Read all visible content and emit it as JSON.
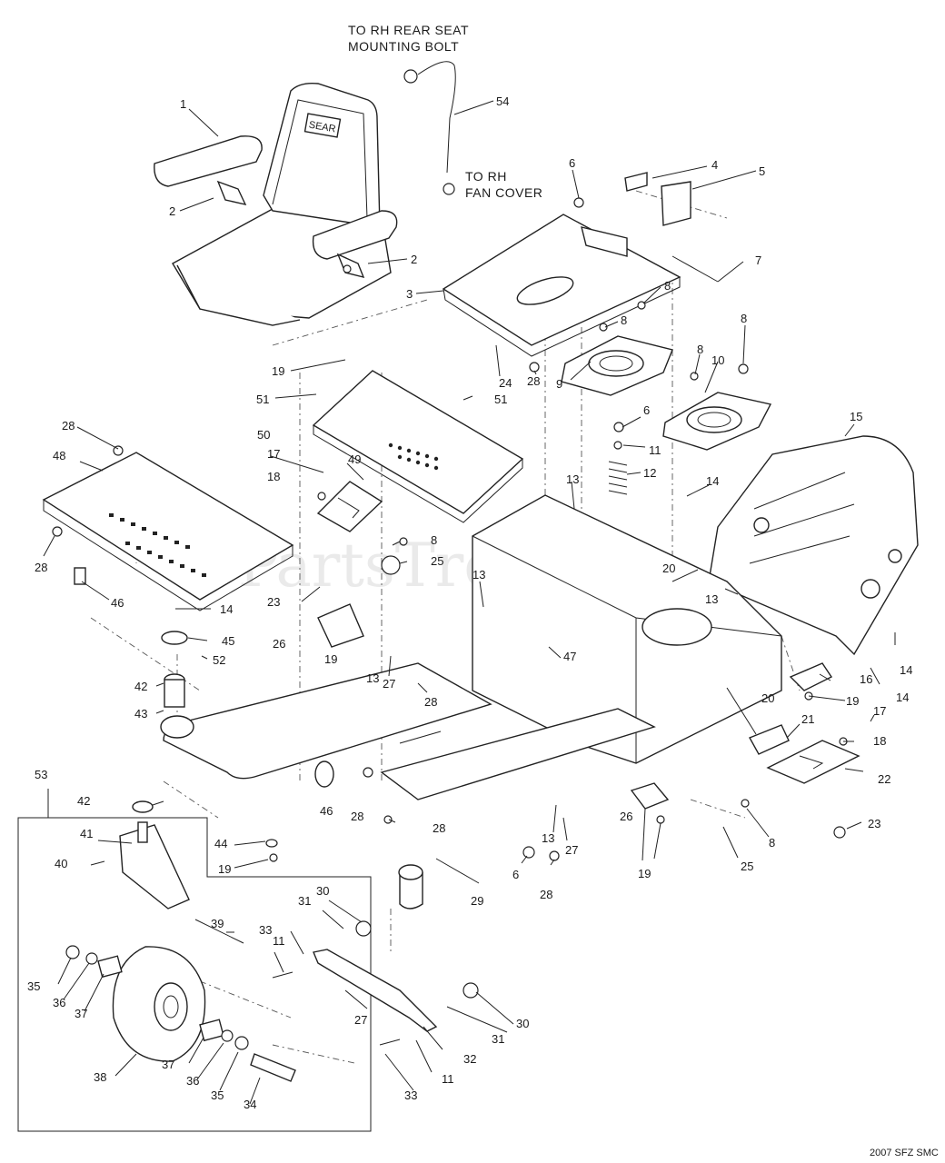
{
  "notes": {
    "seat_bolt": [
      "TO RH REAR SEAT",
      "MOUNTING BOLT"
    ],
    "fan_cover": [
      "TO RH",
      "FAN COVER"
    ]
  },
  "stamp": "2007 SFZ SMC",
  "watermark": "PartsTree",
  "seat_logo": "SEAR",
  "callouts": [
    {
      "id": "c1",
      "label": "1"
    },
    {
      "id": "c2a",
      "label": "2"
    },
    {
      "id": "c2b",
      "label": "2"
    },
    {
      "id": "c3",
      "label": "3"
    },
    {
      "id": "c4",
      "label": "4"
    },
    {
      "id": "c5",
      "label": "5"
    },
    {
      "id": "c6a",
      "label": "6"
    },
    {
      "id": "c6b",
      "label": "6"
    },
    {
      "id": "c6c",
      "label": "6"
    },
    {
      "id": "c7",
      "label": "7"
    },
    {
      "id": "c8a",
      "label": "8"
    },
    {
      "id": "c8b",
      "label": "8"
    },
    {
      "id": "c8c",
      "label": "8"
    },
    {
      "id": "c8d",
      "label": "8"
    },
    {
      "id": "c8e",
      "label": "8"
    },
    {
      "id": "c8f",
      "label": "8"
    },
    {
      "id": "c9",
      "label": "9"
    },
    {
      "id": "c10",
      "label": "10"
    },
    {
      "id": "c11a",
      "label": "11"
    },
    {
      "id": "c11b",
      "label": "11"
    },
    {
      "id": "c11c",
      "label": "11"
    },
    {
      "id": "c12",
      "label": "12"
    },
    {
      "id": "c13a",
      "label": "13"
    },
    {
      "id": "c13b",
      "label": "13"
    },
    {
      "id": "c13c",
      "label": "13"
    },
    {
      "id": "c13d",
      "label": "13"
    },
    {
      "id": "c13e",
      "label": "13"
    },
    {
      "id": "c14a",
      "label": "14"
    },
    {
      "id": "c14b",
      "label": "14"
    },
    {
      "id": "c14c",
      "label": "14"
    },
    {
      "id": "c14d",
      "label": "14"
    },
    {
      "id": "c15",
      "label": "15"
    },
    {
      "id": "c16",
      "label": "16"
    },
    {
      "id": "c17a",
      "label": "17"
    },
    {
      "id": "c17b",
      "label": "17"
    },
    {
      "id": "c18a",
      "label": "18"
    },
    {
      "id": "c18b",
      "label": "18"
    },
    {
      "id": "c19a",
      "label": "19"
    },
    {
      "id": "c19b",
      "label": "19"
    },
    {
      "id": "c19c",
      "label": "19"
    },
    {
      "id": "c19d",
      "label": "19"
    },
    {
      "id": "c19e",
      "label": "19"
    },
    {
      "id": "c20a",
      "label": "20"
    },
    {
      "id": "c20b",
      "label": "20"
    },
    {
      "id": "c21",
      "label": "21"
    },
    {
      "id": "c22",
      "label": "22"
    },
    {
      "id": "c23a",
      "label": "23"
    },
    {
      "id": "c23b",
      "label": "23"
    },
    {
      "id": "c24",
      "label": "24"
    },
    {
      "id": "c25a",
      "label": "25"
    },
    {
      "id": "c25b",
      "label": "25"
    },
    {
      "id": "c26a",
      "label": "26"
    },
    {
      "id": "c26b",
      "label": "26"
    },
    {
      "id": "c27a",
      "label": "27"
    },
    {
      "id": "c27b",
      "label": "27"
    },
    {
      "id": "c27c",
      "label": "27"
    },
    {
      "id": "c28a",
      "label": "28"
    },
    {
      "id": "c28b",
      "label": "28"
    },
    {
      "id": "c28c",
      "label": "28"
    },
    {
      "id": "c28d",
      "label": "28"
    },
    {
      "id": "c28e",
      "label": "28"
    },
    {
      "id": "c28f",
      "label": "28"
    },
    {
      "id": "c28g",
      "label": "28"
    },
    {
      "id": "c29",
      "label": "29"
    },
    {
      "id": "c30a",
      "label": "30"
    },
    {
      "id": "c30b",
      "label": "30"
    },
    {
      "id": "c31a",
      "label": "31"
    },
    {
      "id": "c31b",
      "label": "31"
    },
    {
      "id": "c32",
      "label": "32"
    },
    {
      "id": "c33a",
      "label": "33"
    },
    {
      "id": "c33b",
      "label": "33"
    },
    {
      "id": "c34",
      "label": "34"
    },
    {
      "id": "c35a",
      "label": "35"
    },
    {
      "id": "c35b",
      "label": "35"
    },
    {
      "id": "c36a",
      "label": "36"
    },
    {
      "id": "c36b",
      "label": "36"
    },
    {
      "id": "c37a",
      "label": "37"
    },
    {
      "id": "c37b",
      "label": "37"
    },
    {
      "id": "c38",
      "label": "38"
    },
    {
      "id": "c39",
      "label": "39"
    },
    {
      "id": "c40",
      "label": "40"
    },
    {
      "id": "c41",
      "label": "41"
    },
    {
      "id": "c42a",
      "label": "42"
    },
    {
      "id": "c42b",
      "label": "42"
    },
    {
      "id": "c43",
      "label": "43"
    },
    {
      "id": "c44",
      "label": "44"
    },
    {
      "id": "c45",
      "label": "45"
    },
    {
      "id": "c46a",
      "label": "46"
    },
    {
      "id": "c46b",
      "label": "46"
    },
    {
      "id": "c47",
      "label": "47"
    },
    {
      "id": "c48",
      "label": "48"
    },
    {
      "id": "c49",
      "label": "49"
    },
    {
      "id": "c50",
      "label": "50"
    },
    {
      "id": "c51a",
      "label": "51"
    },
    {
      "id": "c51b",
      "label": "51"
    },
    {
      "id": "c52",
      "label": "52"
    },
    {
      "id": "c53",
      "label": "53"
    },
    {
      "id": "c54",
      "label": "54"
    }
  ]
}
